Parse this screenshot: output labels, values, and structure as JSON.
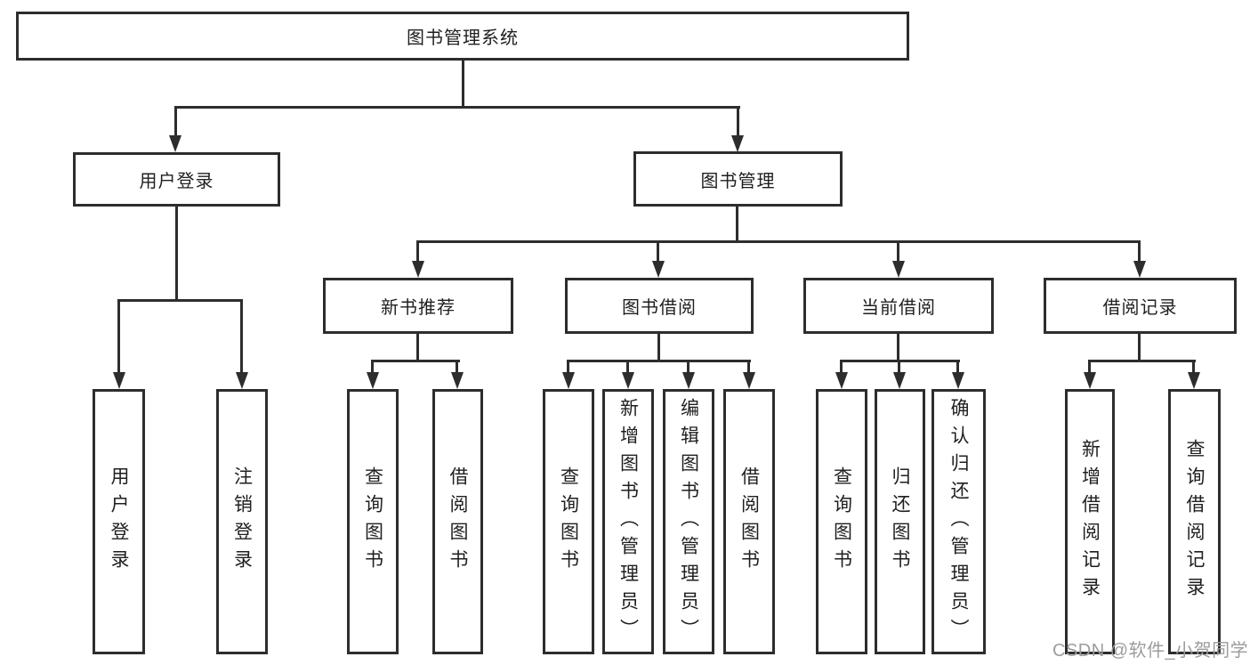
{
  "diagram_title": "图书管理系统",
  "colors": {
    "line": "#2d2d2d",
    "box_border": "#2d2d2d",
    "text": "#1f1f1f",
    "background": "#ffffff",
    "watermark": "#9c9c9c"
  },
  "tree": {
    "root": {
      "label": "图书管理系统"
    },
    "branches": [
      {
        "label": "用户登录",
        "children": [
          {
            "label": "用户登录"
          },
          {
            "label": "注销登录"
          }
        ]
      },
      {
        "label": "图书管理",
        "children": [
          {
            "label": "新书推荐",
            "children": [
              {
                "label": "查询图书"
              },
              {
                "label": "借阅图书"
              }
            ]
          },
          {
            "label": "图书借阅",
            "children": [
              {
                "label": "查询图书"
              },
              {
                "label": "新增图书（管理员）"
              },
              {
                "label": "编辑图书（管理员）"
              },
              {
                "label": "借阅图书"
              }
            ]
          },
          {
            "label": "当前借阅",
            "children": [
              {
                "label": "查询图书"
              },
              {
                "label": "归还图书"
              },
              {
                "label": "确认归还（管理员）"
              }
            ]
          },
          {
            "label": "借阅记录",
            "children": [
              {
                "label": "新增借阅记录"
              },
              {
                "label": "查询借阅记录"
              }
            ]
          }
        ]
      }
    ]
  },
  "watermark": {
    "text": "CSDN @软件_小贺同学"
  }
}
